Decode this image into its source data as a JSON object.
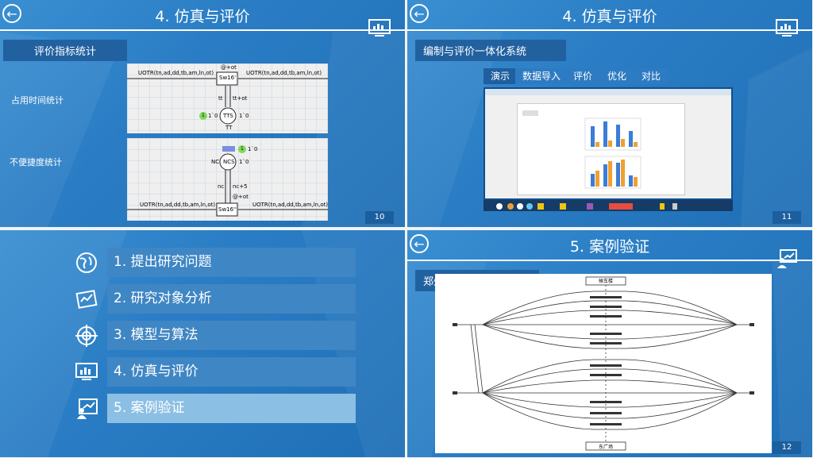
{
  "slide10": {
    "title": "4. 仿真与评价",
    "section_tag": "评价指标统计",
    "label_occupy": "占用时间统计",
    "label_inconv": "不便捷度统计",
    "page": "10",
    "petri_top": {
      "arc_in": "UOTR(tn,ad,dd,tb,am,ln,ot)",
      "arc_out": "UOTR(tn,ad,dd,tb,am,ln,ot)",
      "transition": "Sw16'",
      "at": "@+ot",
      "tt": "tt",
      "ttot": "tt+ot",
      "place": "TTS",
      "place_below": "TT",
      "token_count": "1",
      "token_val": "1`0",
      "mark": "1`0"
    },
    "petri_bottom": {
      "arc_in": "UOTR(tn,ad,dd,tb,am,ln,ot)",
      "arc_out": "UOTR(tn,ad,dd,tb,am,ln,ot)",
      "transition": "Sw16''",
      "at": "@+ot",
      "nc": "nc",
      "nc5": "nc+5",
      "place": "NCS",
      "place_left": "NC",
      "token_count": "1",
      "token_val": "1`0",
      "mark": "1`0"
    }
  },
  "slide11": {
    "title": "4. 仿真与评价",
    "section_tag": "编制与评价一体化系统",
    "tabs": [
      "演示",
      "数据导入",
      "评价",
      "优化",
      "对比"
    ],
    "page": "11"
  },
  "slide12": {
    "items": [
      {
        "label": "1. 提出研究问题",
        "icon": "globe-icon"
      },
      {
        "label": "2. 研究对象分析",
        "icon": "analysis-icon"
      },
      {
        "label": "3. 模型与算法",
        "icon": "target-icon"
      },
      {
        "label": "4. 仿真与评价",
        "icon": "monitor-icon"
      },
      {
        "label": "5. 案例验证",
        "icon": "presenter-icon"
      }
    ],
    "active_index": 4
  },
  "slide13": {
    "title": "5. 案例验证",
    "section_tag": "郑州东站站场图",
    "label_top": "候车楼",
    "label_bottom": "东广场",
    "page": "12"
  },
  "colors": {
    "background": "#2a7dc4",
    "tag": "#2261a0",
    "menu_row": "#3f86c4",
    "menu_active": "#8cbfe4",
    "token_green": "#7ed957"
  }
}
